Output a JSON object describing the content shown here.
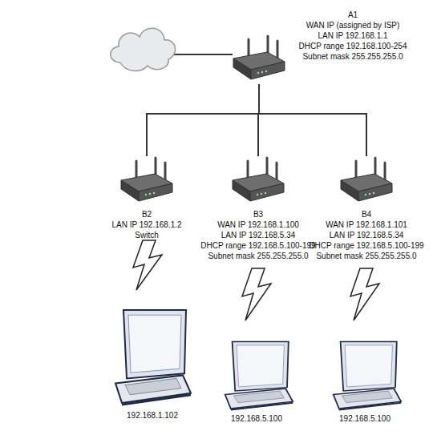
{
  "diagram": {
    "nodes": [
      {
        "text": [
          "A1",
          "WAN IP (assigned by ISP)",
          "LAN IP 192.168.1.1",
          "DHCP range 192.168.100-254",
          "Subnet mask 255.255.255.0"
        ]
      },
      {
        "text": [
          "B2",
          "LAN IP 192.168.1.2",
          "Switch"
        ]
      },
      {
        "text": [
          "B3",
          "WAN IP 192.168.1.100",
          "LAN IP 192.168.5.34",
          "DHCP range 192.168.5.100-199",
          "Subnet mask 255.255.255.0"
        ]
      },
      {
        "text": [
          "B4",
          "WAN IP 192.168.1.101",
          "LAN IP 192.168.5.34",
          "DHCP range 192.168.5.100-199",
          "Subnet mask 255.255.255.0"
        ]
      },
      {
        "text": [
          "192.168.1.102"
        ]
      },
      {
        "text": [
          "192.168.5.100"
        ]
      },
      {
        "text": [
          "192.168.5.100"
        ]
      }
    ],
    "edges": [
      {
        "from": 0,
        "to": 1,
        "arrow": "none"
      },
      {
        "from": 0,
        "to": 2,
        "arrow": "none"
      },
      {
        "from": 0,
        "to": 3,
        "arrow": "none"
      }
    ]
  }
}
